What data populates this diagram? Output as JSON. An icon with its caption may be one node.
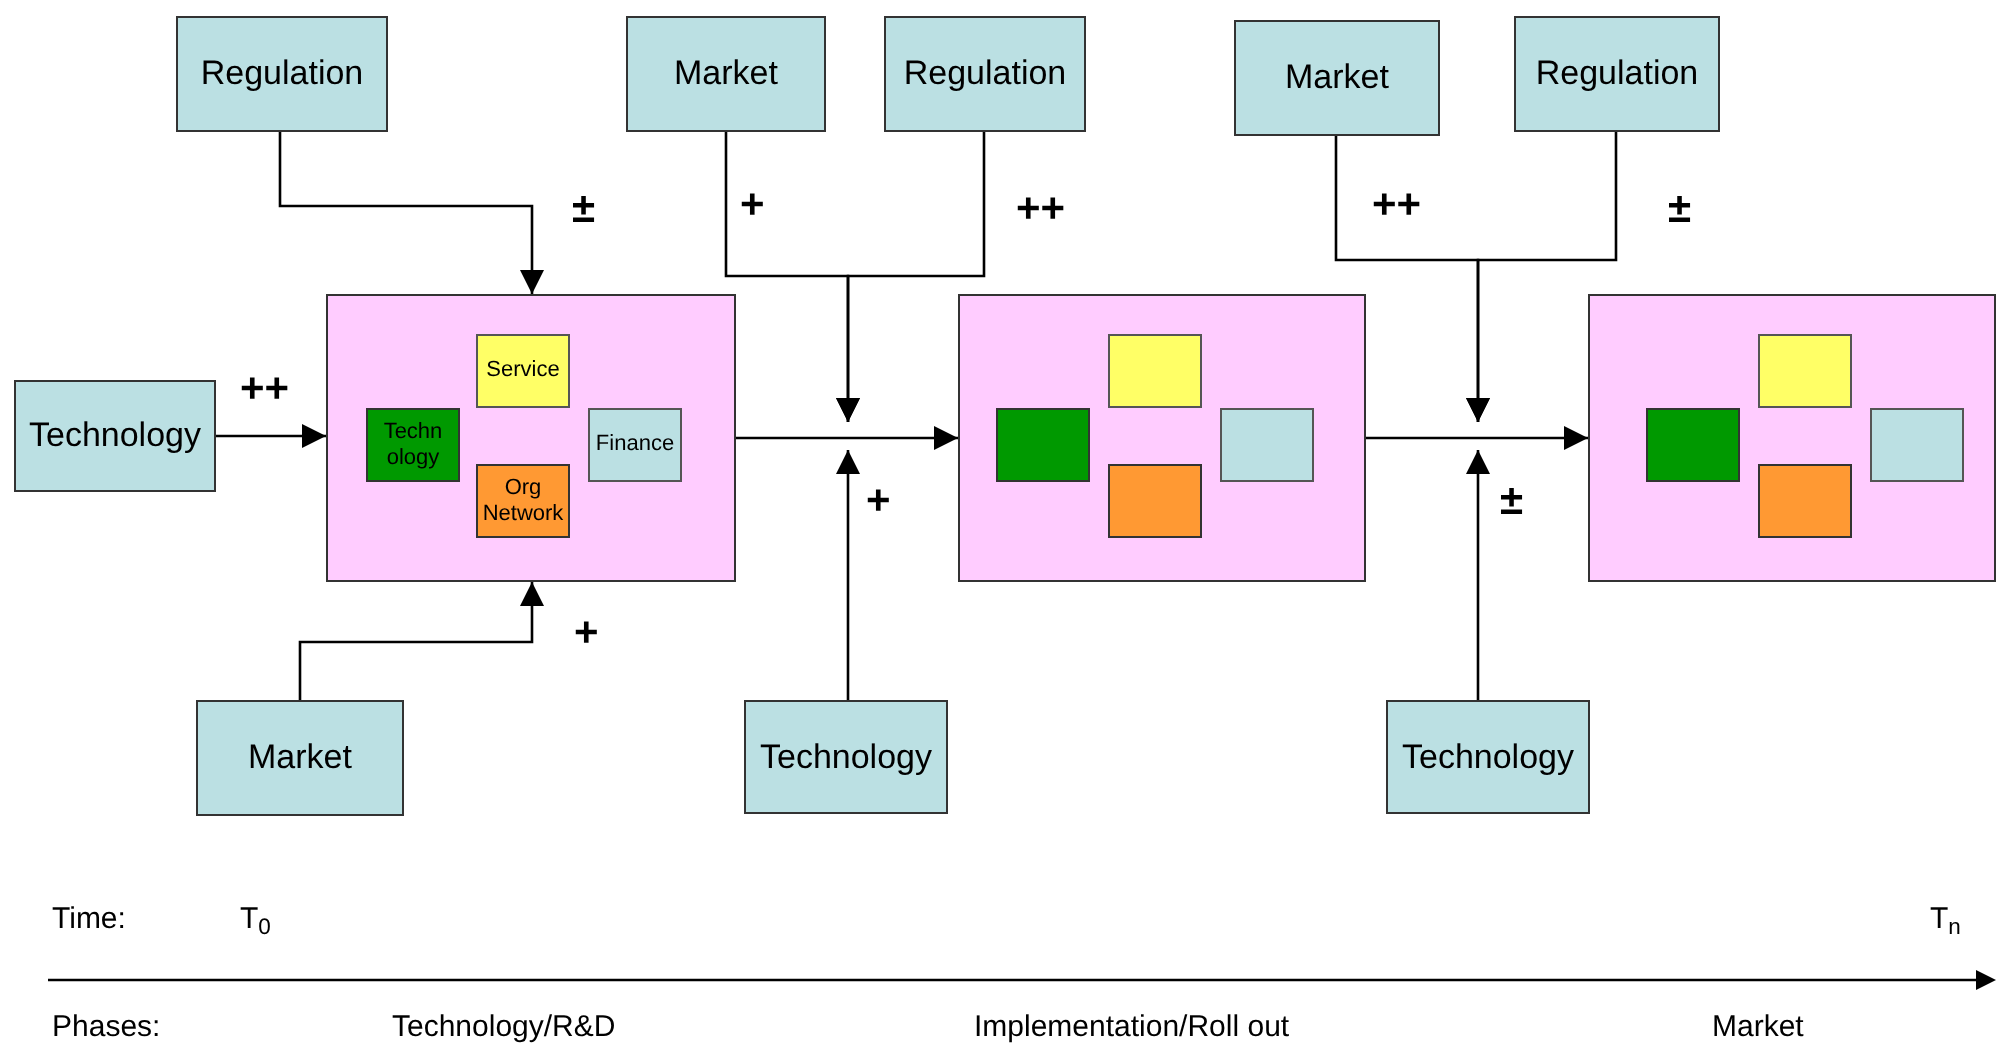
{
  "diagram": {
    "nodes": [
      {
        "text": [
          "Regulation"
        ]
      },
      {
        "text": [
          "Market"
        ]
      },
      {
        "text": [
          "Regulation"
        ]
      },
      {
        "text": [
          "Market"
        ]
      },
      {
        "text": [
          "Regulation"
        ]
      },
      {
        "text": [
          "Technology"
        ]
      },
      {
        "text": [],
        "shape": "box"
      },
      {
        "text": [
          "Service"
        ],
        "in": 6
      },
      {
        "text": [
          "Techn ology"
        ],
        "in": 6
      },
      {
        "text": [
          "Finance"
        ],
        "in": 6
      },
      {
        "text": [
          "Org Network"
        ],
        "in": 6
      },
      {
        "text": [],
        "shape": "box"
      },
      {
        "text": [],
        "shape": "box",
        "in": 11
      },
      {
        "text": [],
        "shape": "box",
        "in": 11
      },
      {
        "text": [],
        "shape": "box",
        "in": 11
      },
      {
        "text": [],
        "shape": "box",
        "in": 11
      },
      {
        "text": [],
        "shape": "box"
      },
      {
        "text": [],
        "shape": "box",
        "in": 16
      },
      {
        "text": [],
        "shape": "box",
        "in": 16
      },
      {
        "text": [],
        "shape": "box",
        "in": 16
      },
      {
        "text": [],
        "shape": "box",
        "in": 16
      },
      {
        "text": [
          "Market"
        ]
      },
      {
        "text": [
          "Technology"
        ]
      },
      {
        "text": [
          "Technology"
        ]
      }
    ],
    "edges": [
      {
        "from": 0,
        "to": 6,
        "arrow": "to",
        "label": "±"
      },
      {
        "from": 5,
        "to": 6,
        "arrow": "to",
        "label": "++"
      },
      {
        "from": 21,
        "to": 6,
        "arrow": "to",
        "label": "+"
      },
      {
        "from": 6,
        "to": 11,
        "arrow": "to"
      },
      {
        "from": 1,
        "to": null,
        "arrow": "to",
        "label": "+"
      },
      {
        "from": 2,
        "to": null,
        "arrow": "to",
        "label": "++"
      },
      {
        "from": 22,
        "to": null,
        "arrow": "to",
        "label": "+"
      },
      {
        "from": 11,
        "to": 16,
        "arrow": "to"
      },
      {
        "from": 3,
        "to": null,
        "arrow": "to",
        "label": "++"
      },
      {
        "from": 4,
        "to": null,
        "arrow": "to",
        "label": "±"
      },
      {
        "from": 23,
        "to": null,
        "arrow": "to",
        "label": "±"
      }
    ],
    "labels": [
      "Time:",
      "T$_{0}$",
      "T$_{n}$",
      "Phases:",
      "Technology/R&D",
      "Implementation/Roll out",
      "Market"
    ]
  }
}
